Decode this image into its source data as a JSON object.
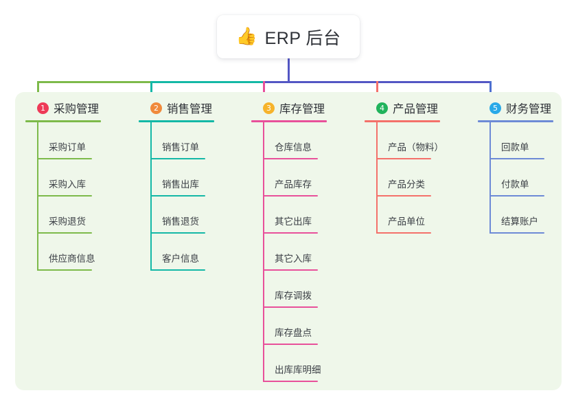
{
  "root": {
    "icon": "thumbs-up-emoji",
    "emoji": "👍",
    "title": "ERP 后台"
  },
  "palette": {
    "panel_bg": "#eff7ea",
    "page_bg": "#ffffff",
    "bus_left": "#7dba4a",
    "bus_mid": "#14b8a6",
    "bus_right": "#5356c4",
    "text": "#3b3f45"
  },
  "columns": [
    {
      "index": "1",
      "badge_color": "#ee3a57",
      "line_color": "#7dba4a",
      "drop_color": "#7dba4a",
      "title": "采购管理",
      "children": [
        "采购订单",
        "采购入库",
        "采购退货",
        "供应商信息"
      ]
    },
    {
      "index": "2",
      "badge_color": "#f08a3c",
      "line_color": "#14b8a6",
      "drop_color": "#14b8a6",
      "title": "销售管理",
      "children": [
        "销售订单",
        "销售出库",
        "销售退货",
        "客户信息"
      ]
    },
    {
      "index": "3",
      "badge_color": "#f6b32b",
      "line_color": "#e8509a",
      "drop_color": "#e8509a",
      "title": "库存管理",
      "children": [
        "仓库信息",
        "产品库存",
        "其它出库",
        "其它入库",
        "库存调拨",
        "库存盘点",
        "出库库明细"
      ]
    },
    {
      "index": "4",
      "badge_color": "#21b35c",
      "line_color": "#f4706a",
      "drop_color": "#f4706a",
      "title": "产品管理",
      "children": [
        "产品（物料）",
        "产品分类",
        "产品单位"
      ]
    },
    {
      "index": "5",
      "badge_color": "#29a9e8",
      "line_color": "#6d8ad6",
      "drop_color": "#4d6fd0",
      "title": "财务管理",
      "children": [
        "回款单",
        "付款单",
        "结算账户"
      ]
    }
  ]
}
